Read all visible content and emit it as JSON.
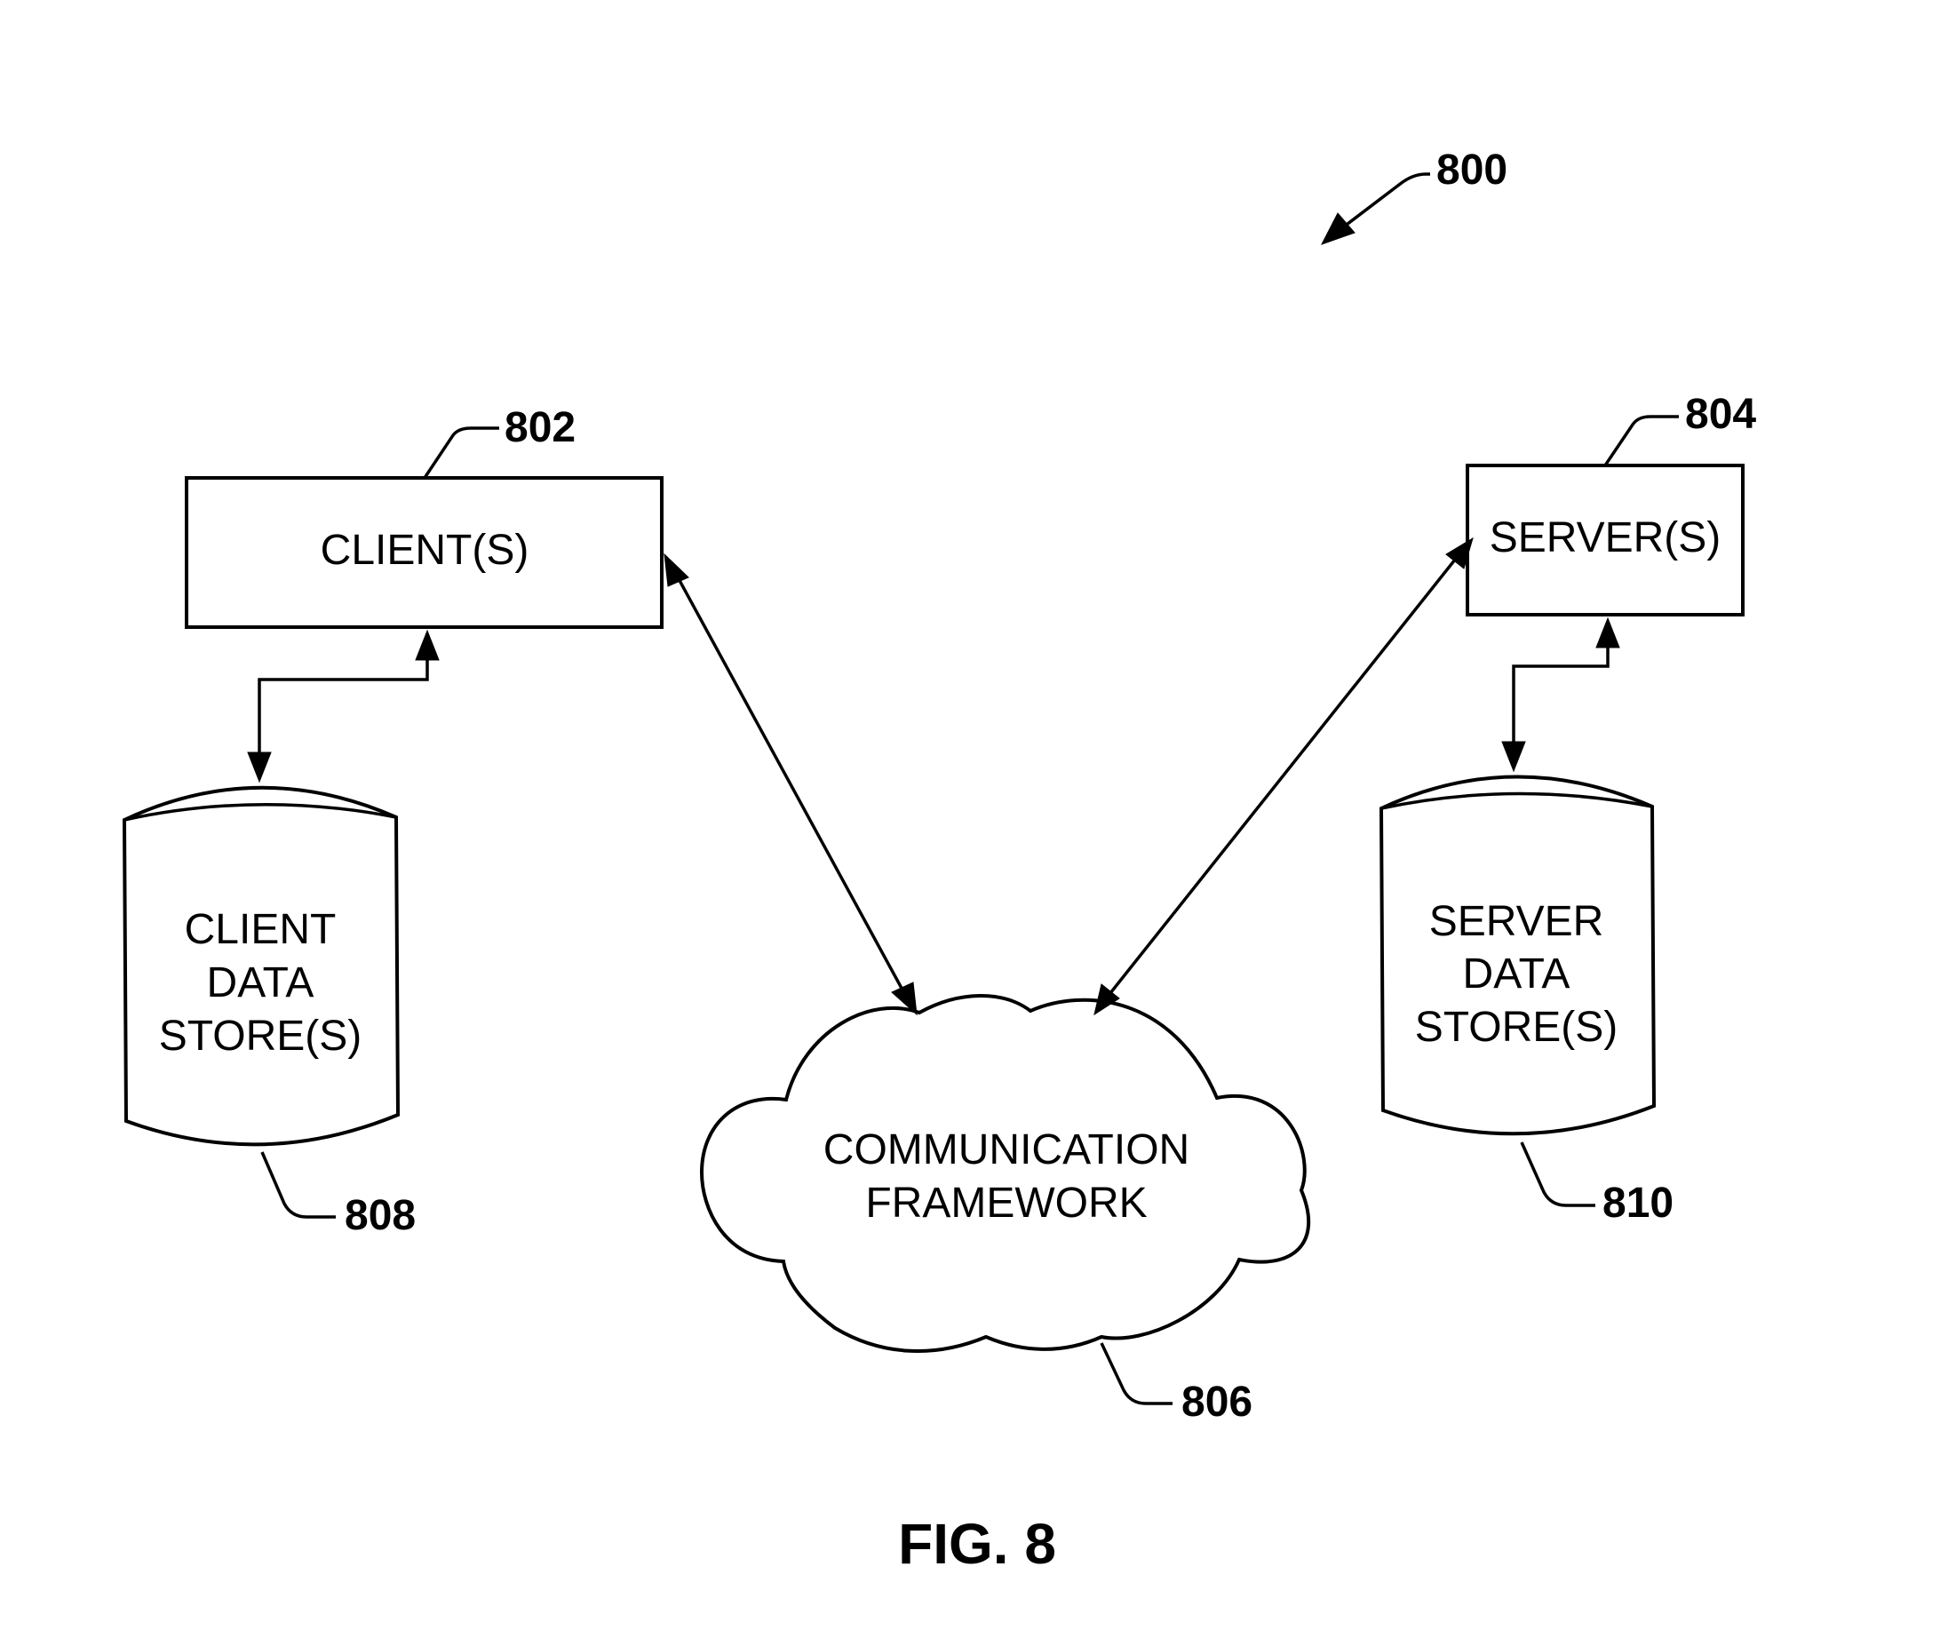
{
  "figure": {
    "ref": "800",
    "caption": "FIG. 8"
  },
  "nodes": {
    "client": {
      "ref": "802",
      "label": "CLIENT(S)"
    },
    "server": {
      "ref": "804",
      "label": "SERVER(S)"
    },
    "communication_framework": {
      "ref": "806",
      "lines": [
        "COMMUNICATION",
        "FRAMEWORK"
      ]
    },
    "client_data_store": {
      "ref": "808",
      "lines": [
        "CLIENT",
        "DATA",
        "STORE(S)"
      ]
    },
    "server_data_store": {
      "ref": "810",
      "lines": [
        "SERVER",
        "DATA",
        "STORE(S)"
      ]
    }
  },
  "colors": {
    "stroke": "#000000",
    "background": "#ffffff"
  }
}
